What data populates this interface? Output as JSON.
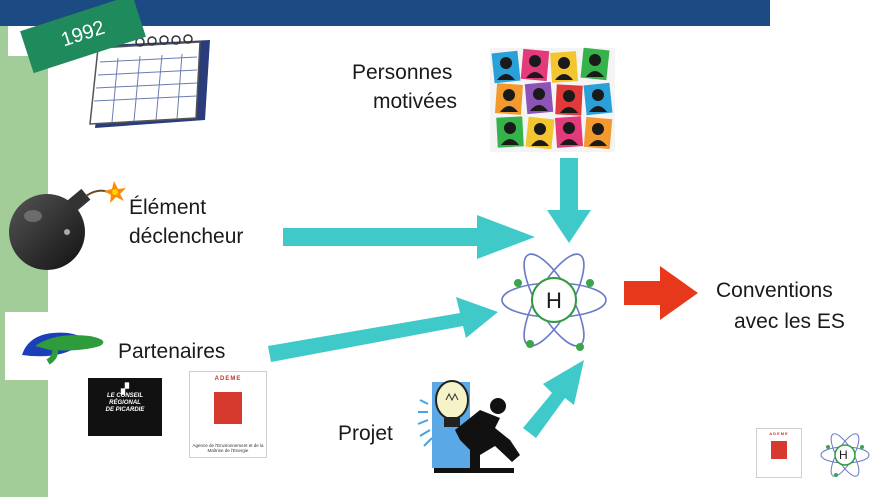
{
  "year": "1992",
  "nodes": {
    "people": {
      "line1": "Personnes",
      "line2": "motivées"
    },
    "trigger": {
      "line1": "Élément",
      "line2": "déclencheur"
    },
    "partners": {
      "label": "Partenaires"
    },
    "project": {
      "label": "Projet"
    },
    "center": {
      "label": "H"
    },
    "result": {
      "line1": "Conventions",
      "line2": "avec les ES"
    }
  },
  "logos": {
    "ademe": {
      "title": "ADEME",
      "subtitle": "Agence de l'Environnement et de la Maîtrise de l'Energie"
    },
    "picardie": {
      "line1": "LE CONSEIL",
      "line2": "RÉGIONAL",
      "line3": "DE PICARDIE"
    },
    "mini_atom": {
      "label": "H"
    }
  },
  "colors": {
    "header": "#1c4a82",
    "sidebar": "#a3cd98",
    "arrow": "#3fc9c9",
    "result_arrow": "#e8381c",
    "year_badge": "#1f8a5b"
  }
}
